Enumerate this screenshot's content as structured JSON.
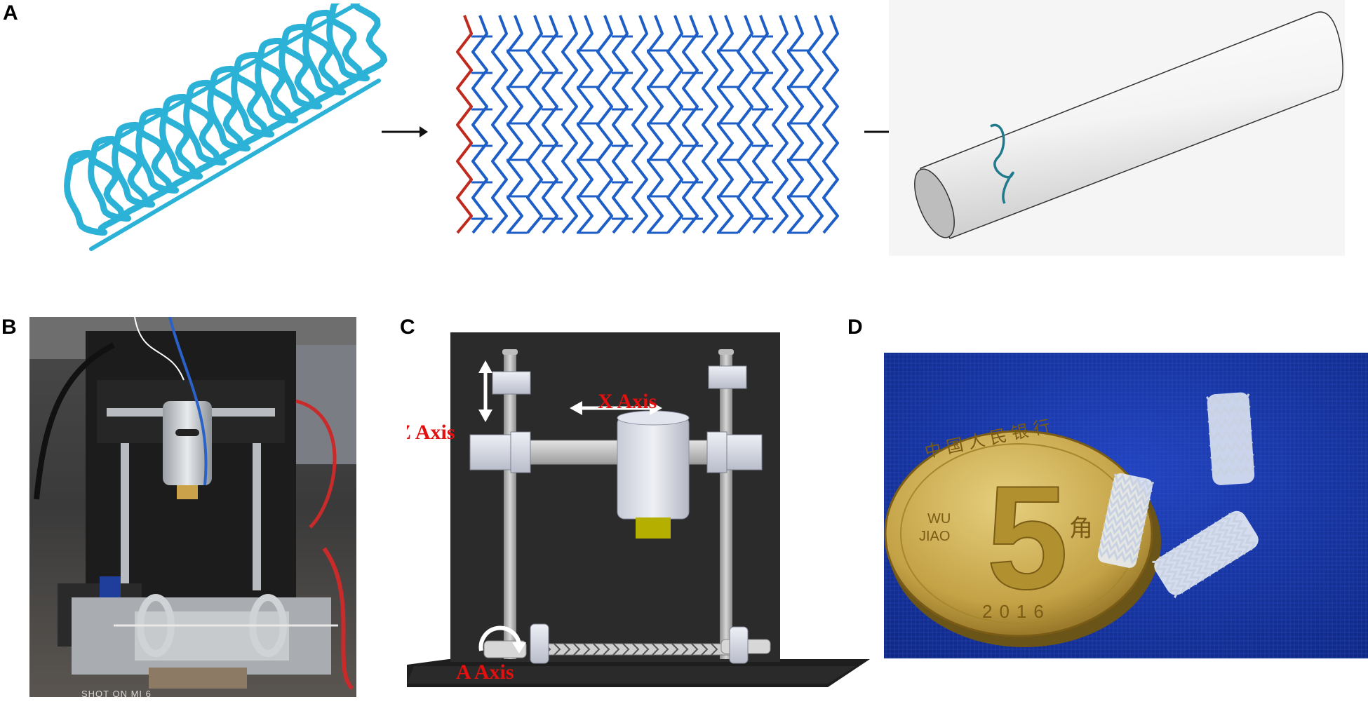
{
  "panels": {
    "a": "A",
    "b": "B",
    "c": "C",
    "d": "D"
  },
  "panel_c_axes": {
    "z": "Z Axis",
    "x": "X Axis",
    "a": "A Axis"
  },
  "panel_b_watermark": "SHOT ON MI 6",
  "panel_d_coin": {
    "numeral": "5",
    "denomination_left_top": "WU",
    "denomination_left_bottom": "JIAO",
    "denomination_right": "角",
    "year": "2016",
    "arc_text": "中 国 人 民 银 行"
  },
  "colors": {
    "stent_3d": "#2bb2d6",
    "stent_pattern": "#1e5ec7",
    "stent_pattern_edge": "#c0291d",
    "cylinder_path": "#1f7a8c",
    "machine_plate": "#2b2b2b",
    "axis_label": "#e31010",
    "fabric": "#1a3aa8",
    "coin": "#c8a64a"
  }
}
